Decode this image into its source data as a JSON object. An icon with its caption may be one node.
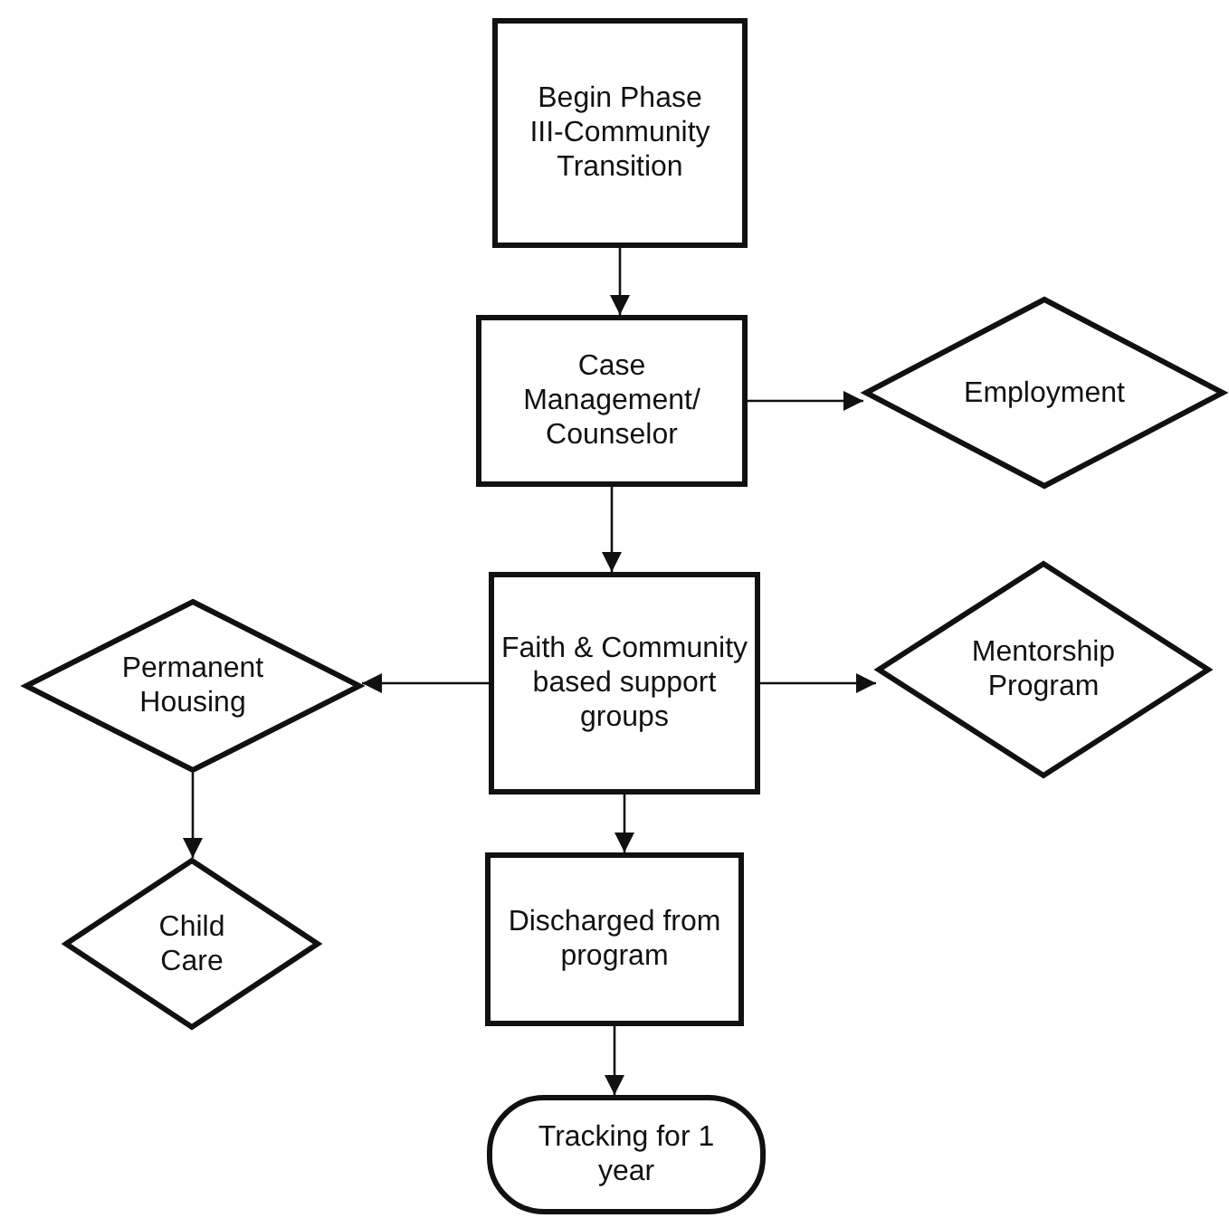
{
  "diagram": {
    "nodes": [
      {
        "text": [
          "Begin Phase III-Community Transition"
        ]
      },
      {
        "text": [
          "Case Management/ Counselor"
        ]
      },
      {
        "text": [
          "Employment"
        ]
      },
      {
        "text": [
          "Faith & Community based support groups"
        ]
      },
      {
        "text": [
          "Permanent Housing"
        ]
      },
      {
        "text": [
          "Mentorship Program"
        ]
      },
      {
        "text": [
          "Child Care"
        ]
      },
      {
        "text": [
          "Discharged from program"
        ]
      },
      {
        "text": [
          "Tracking for 1 year"
        ]
      }
    ],
    "edges": [
      {
        "from": 0,
        "to": 1,
        "arrow": "to"
      },
      {
        "from": 1,
        "to": 2,
        "arrow": "to"
      },
      {
        "from": 1,
        "to": 3,
        "arrow": "to"
      },
      {
        "from": 3,
        "to": 4,
        "arrow": "to"
      },
      {
        "from": 3,
        "to": 5,
        "arrow": "to"
      },
      {
        "from": 4,
        "to": 6,
        "arrow": "to"
      },
      {
        "from": 3,
        "to": 7,
        "arrow": "to"
      },
      {
        "from": 7,
        "to": 8,
        "arrow": "to"
      }
    ]
  }
}
